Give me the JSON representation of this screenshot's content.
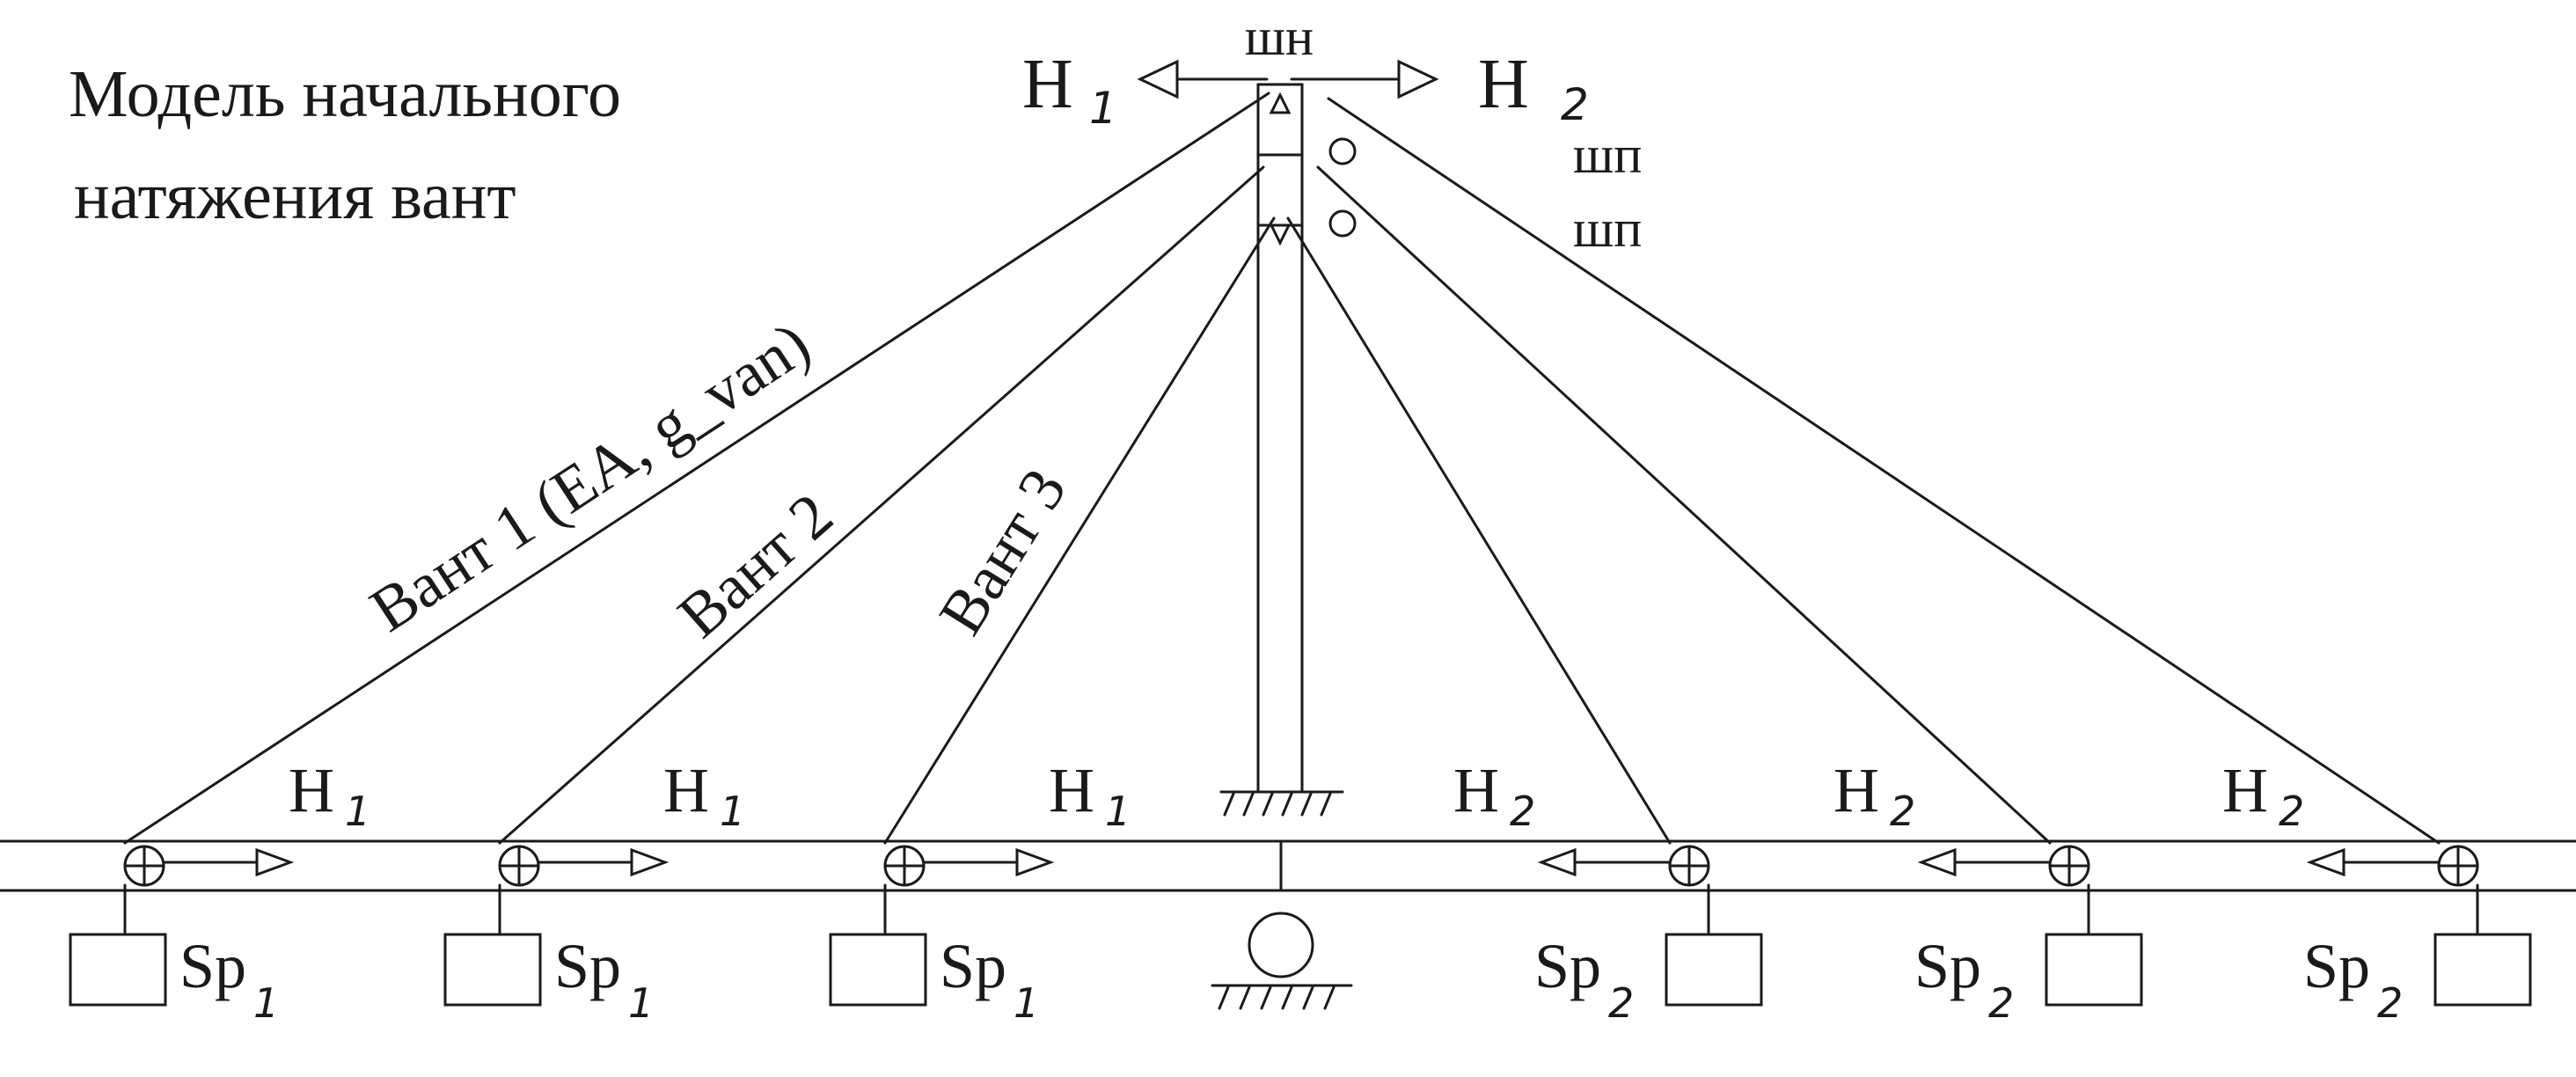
{
  "title_line1": "Модель начального",
  "title_line2": "натяжения вант",
  "top": {
    "h_left": "H",
    "h_left_sub": "1",
    "h_right": "H",
    "h_right_sub": "2",
    "hinge_top": "шн",
    "hinge_1": "шп",
    "hinge_2": "шп"
  },
  "cables": [
    {
      "label": "Вант 1 (EA, g_van)"
    },
    {
      "label": "Вант 2"
    },
    {
      "label": "Вант 3"
    }
  ],
  "anchors": [
    {
      "h": "H",
      "h_sub": "1",
      "sp": "Sp",
      "sp_sub": "1"
    },
    {
      "h": "H",
      "h_sub": "1",
      "sp": "Sp",
      "sp_sub": "1"
    },
    {
      "h": "H",
      "h_sub": "1",
      "sp": "Sp",
      "sp_sub": "1"
    },
    {
      "h": "H",
      "h_sub": "2",
      "sp": "Sp",
      "sp_sub": "2"
    },
    {
      "h": "H",
      "h_sub": "2",
      "sp": "Sp",
      "sp_sub": "2"
    },
    {
      "h": "H",
      "h_sub": "2",
      "sp": "Sp",
      "sp_sub": "2"
    }
  ],
  "colors": {
    "ink": "#1a1a1a",
    "paper": "#ffffff"
  }
}
